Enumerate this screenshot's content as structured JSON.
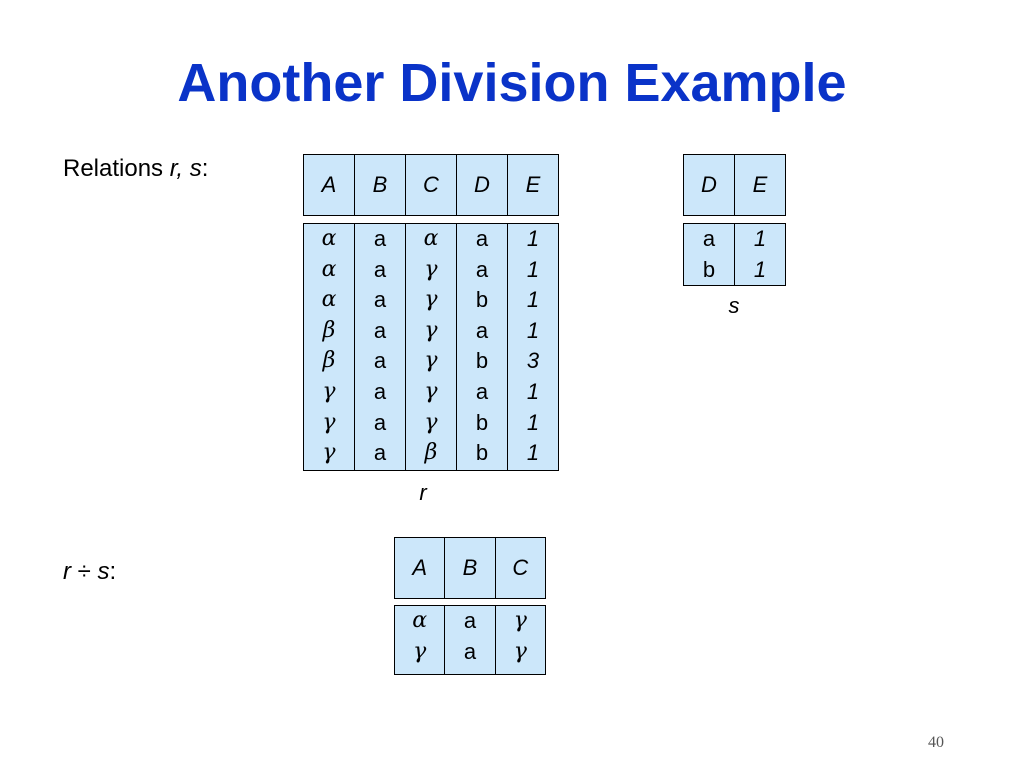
{
  "colors": {
    "title": "#0a33c8",
    "cell_fill": "#cce7fa"
  },
  "title": "Another Division Example",
  "label_relations": {
    "prefix": "Relations ",
    "vars": "r, s",
    "suffix": ":"
  },
  "label_division": {
    "r": "r",
    "op": "÷",
    "s": "s",
    "suffix": ":"
  },
  "r": {
    "name": "r",
    "columns": [
      "A",
      "B",
      "C",
      "D",
      "E"
    ],
    "rows": [
      [
        "α",
        "a",
        "α",
        "a",
        "1"
      ],
      [
        "α",
        "a",
        "γ",
        "a",
        "1"
      ],
      [
        "α",
        "a",
        "γ",
        "b",
        "1"
      ],
      [
        "β",
        "a",
        "γ",
        "a",
        "1"
      ],
      [
        "β",
        "a",
        "γ",
        "b",
        "3"
      ],
      [
        "γ",
        "a",
        "γ",
        "a",
        "1"
      ],
      [
        "γ",
        "a",
        "γ",
        "b",
        "1"
      ],
      [
        "γ",
        "a",
        "β",
        "b",
        "1"
      ]
    ]
  },
  "s": {
    "name": "s",
    "columns": [
      "D",
      "E"
    ],
    "rows": [
      [
        "a",
        "1"
      ],
      [
        "b",
        "1"
      ]
    ]
  },
  "result": {
    "columns": [
      "A",
      "B",
      "C"
    ],
    "rows": [
      [
        "α",
        "a",
        "γ"
      ],
      [
        "γ",
        "a",
        "γ"
      ]
    ]
  },
  "page_number": "40"
}
